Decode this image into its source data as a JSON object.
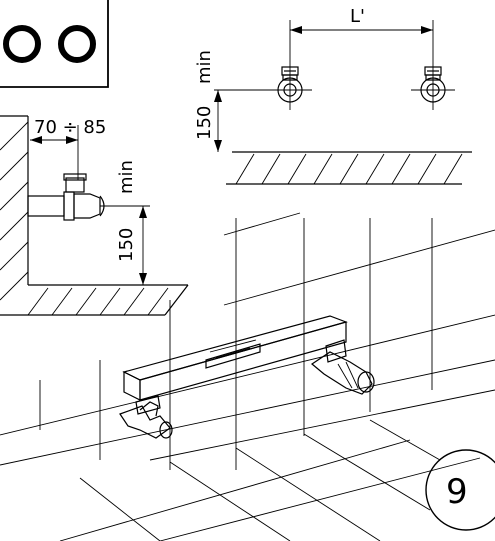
{
  "header_box": {
    "symbol": "OO"
  },
  "top_right": {
    "dim_l": "L'",
    "dim_150": "150",
    "dim_min": "min"
  },
  "left_detail": {
    "dim_range": "70 ÷ 85",
    "dim_min": "min",
    "dim_150": "150"
  },
  "step_number": "9"
}
